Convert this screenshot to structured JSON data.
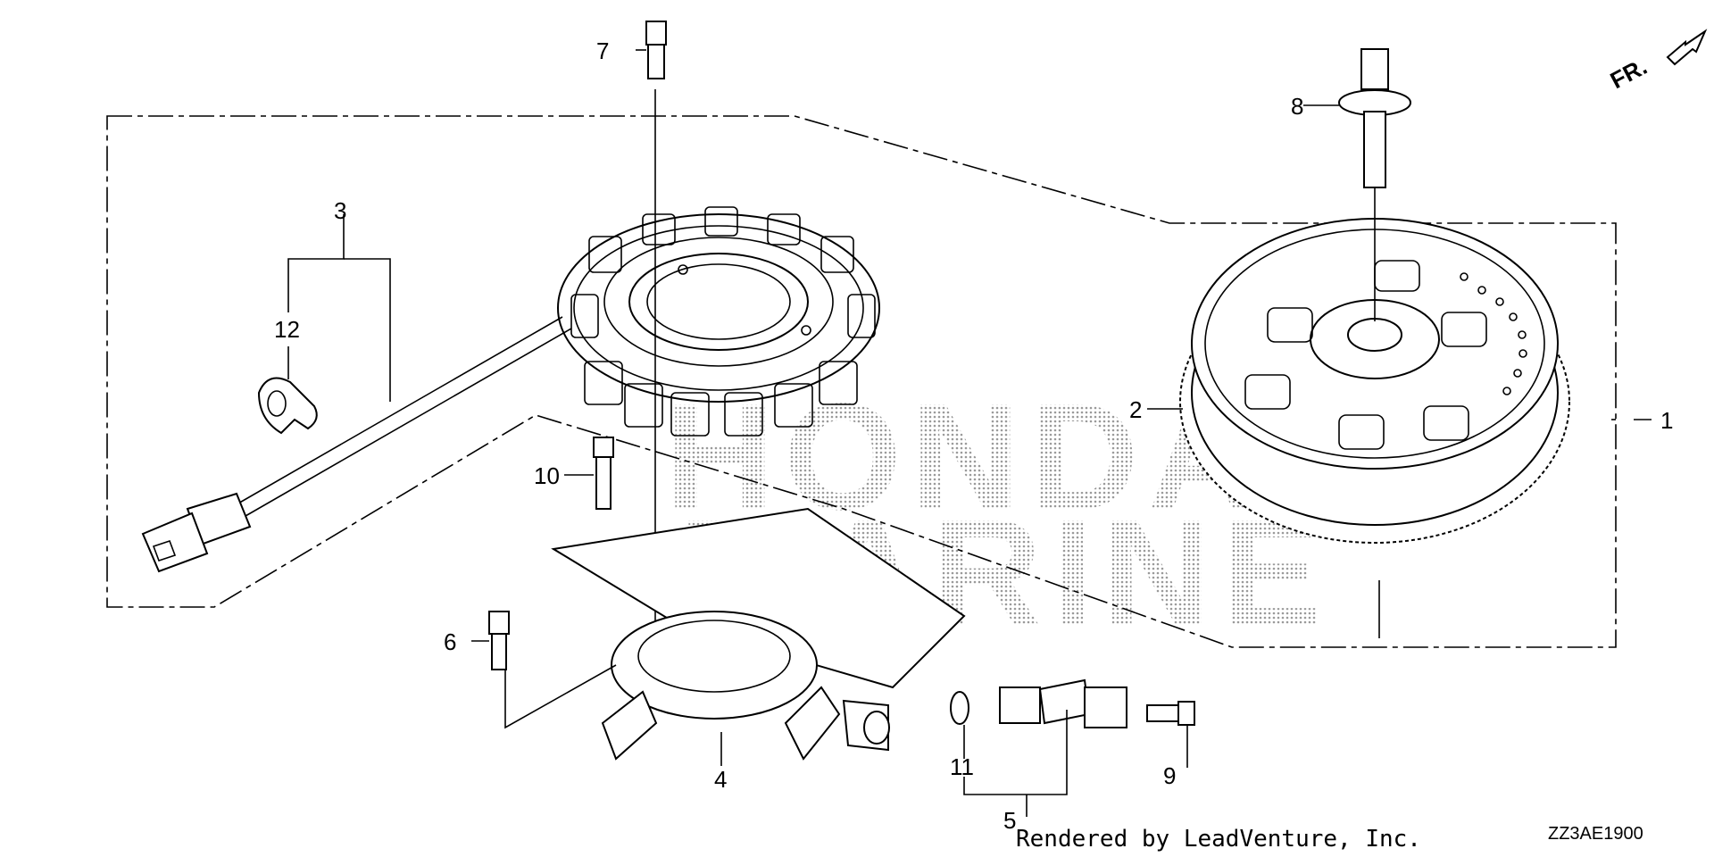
{
  "diagram": {
    "callouts": [
      "1",
      "2",
      "3",
      "4",
      "5",
      "6",
      "7",
      "8",
      "9",
      "10",
      "11",
      "12"
    ],
    "direction_marker": "FR.",
    "watermark_line1": "HONDA",
    "watermark_line2": "MARINE",
    "credit": "Rendered by LeadVenture, Inc.",
    "drawing_code": "ZZ3AE1900"
  }
}
